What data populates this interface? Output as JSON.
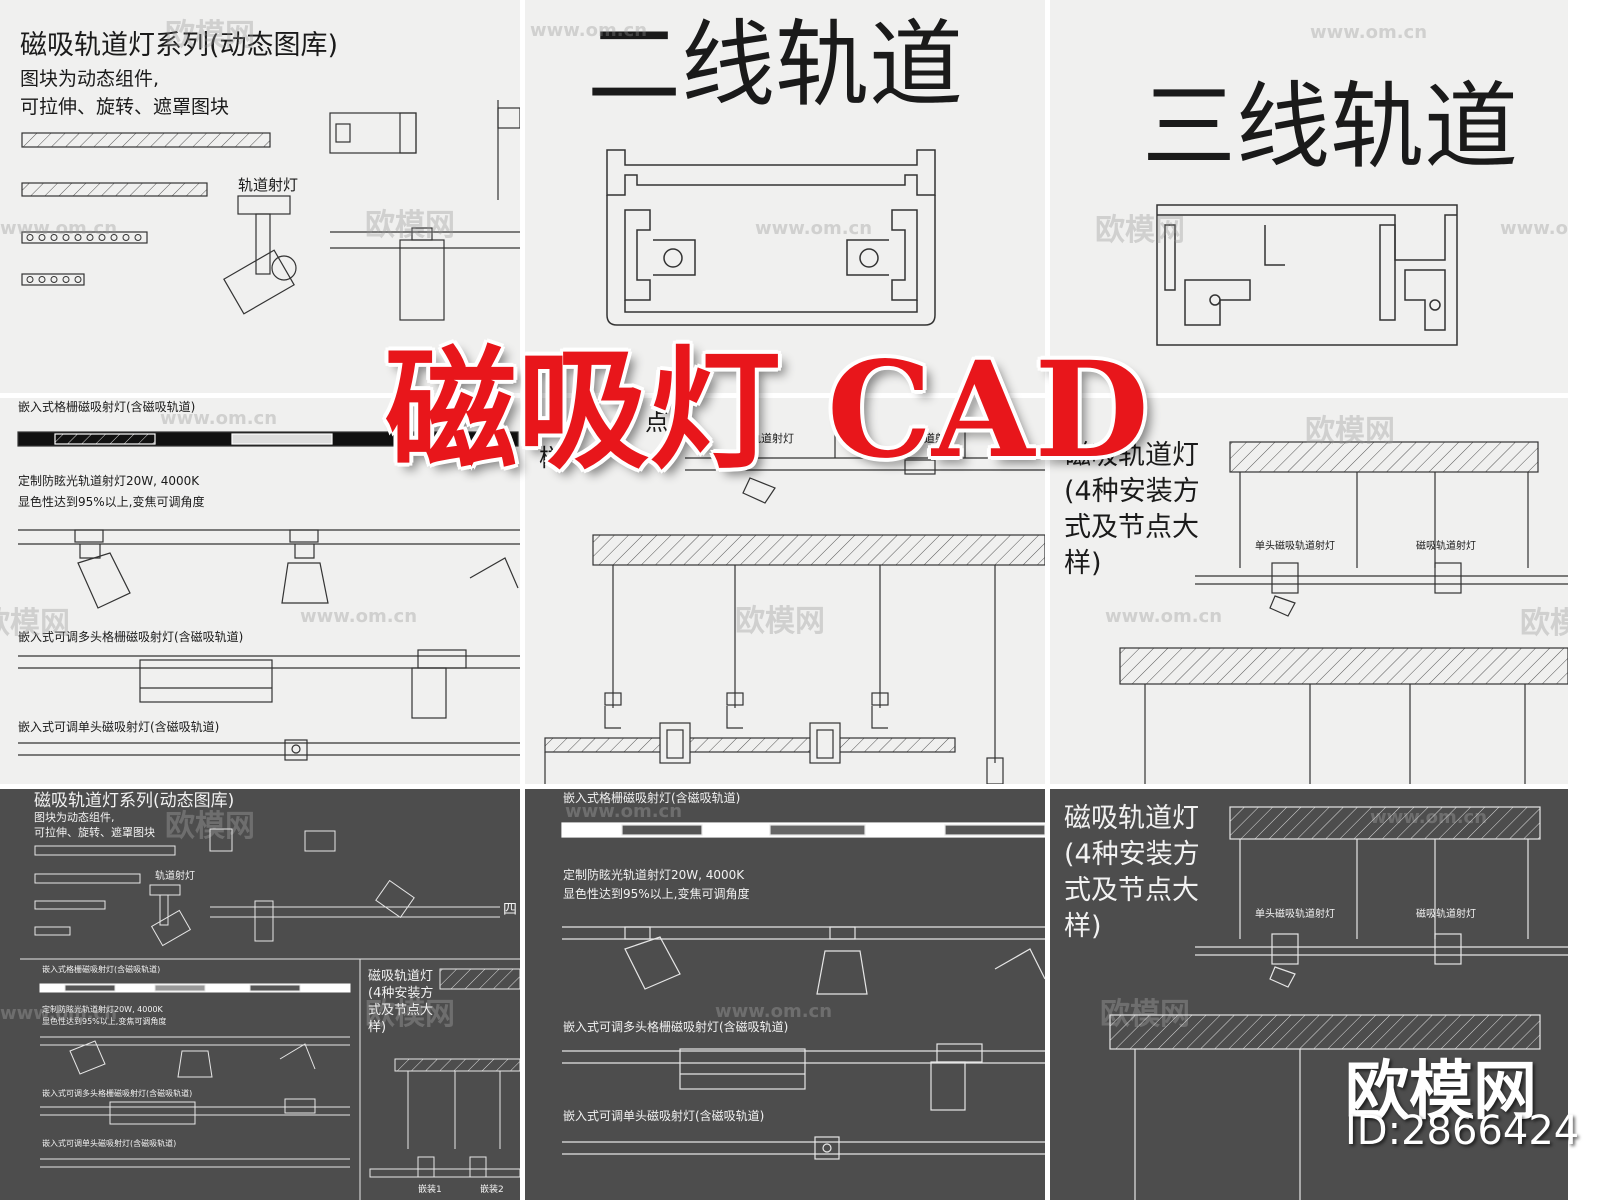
{
  "colors": {
    "banner_red": "#e8161b",
    "light_bg": "#f0f0ef",
    "dark_bg": "#4d4d4d",
    "line": "#333333",
    "line_dark": "#e6e6e6"
  },
  "watermark": {
    "logo": "欧模网",
    "url": "www.om.cn"
  },
  "banner": {
    "text": "磁吸灯 CAD"
  },
  "corner": {
    "logo": "欧模网",
    "id": "ID:2866424"
  },
  "panels": {
    "p1": {
      "title": "磁吸轨道灯系列(动态图库)",
      "desc1": "图块为动态组件,",
      "desc2": "可拉伸、旋转、遮罩图块",
      "spot_label": "轨道射灯"
    },
    "p2": {
      "title": "二线轨道"
    },
    "p3": {
      "title": "三线轨道"
    },
    "p4": {
      "label1": "嵌入式格栅磁吸射灯(含磁吸轨道)",
      "spec1": "定制防眩光轨道射灯20W, 4000K",
      "spec2": "显色性达到95%以上,变焦可调角度",
      "label2": "嵌入式可调多头格栅磁吸射灯(含磁吸轨道)",
      "label3": "嵌入式可调单头磁吸射灯(含磁吸轨道)"
    },
    "p5": {
      "partial1": "点大",
      "partial2": "样",
      "lamp_a": "轨道射灯",
      "lamp_b": "轨道射灯"
    },
    "p6": {
      "title1": "磁吸轨道灯",
      "title2": "(4种安装方",
      "title3": "式及节点大",
      "title4": "样)",
      "lamp_a": "单头磁吸轨道射灯",
      "lamp_b": "磁吸轨道射灯"
    },
    "p7": {
      "title": "磁吸轨道灯系列(动态图库)",
      "desc1": "图块为动态组件,",
      "desc2": "可拉伸、旋转、遮罩图块",
      "spot_label": "轨道射灯",
      "label1": "嵌入式格栅磁吸射灯(含磁吸轨道)",
      "spec1": "定制防眩光轨道射灯20W, 4000K",
      "spec2": "显色性达到95%以上,变焦可调角度",
      "label2": "嵌入式可调多头格栅磁吸射灯(含磁吸轨道)",
      "label3": "嵌入式可调单头磁吸射灯(含磁吸轨道)",
      "right1": "磁吸轨道灯",
      "right2": "(4种安装方",
      "right3": "式及节点大",
      "right4": "样)",
      "edge": "四",
      "foot1": "嵌装1",
      "foot2": "嵌装2"
    },
    "p8": {
      "label1": "嵌入式格栅磁吸射灯(含磁吸轨道)",
      "spec1": "定制防眩光轨道射灯20W, 4000K",
      "spec2": "显色性达到95%以上,变焦可调角度",
      "label2": "嵌入式可调多头格栅磁吸射灯(含磁吸轨道)",
      "label3": "嵌入式可调单头磁吸射灯(含磁吸轨道)"
    },
    "p9": {
      "title1": "磁吸轨道灯",
      "title2": "(4种安装方",
      "title3": "式及节点大",
      "title4": "样)",
      "lamp_a": "单头磁吸轨道射灯",
      "lamp_b": "磁吸轨道射灯"
    }
  }
}
